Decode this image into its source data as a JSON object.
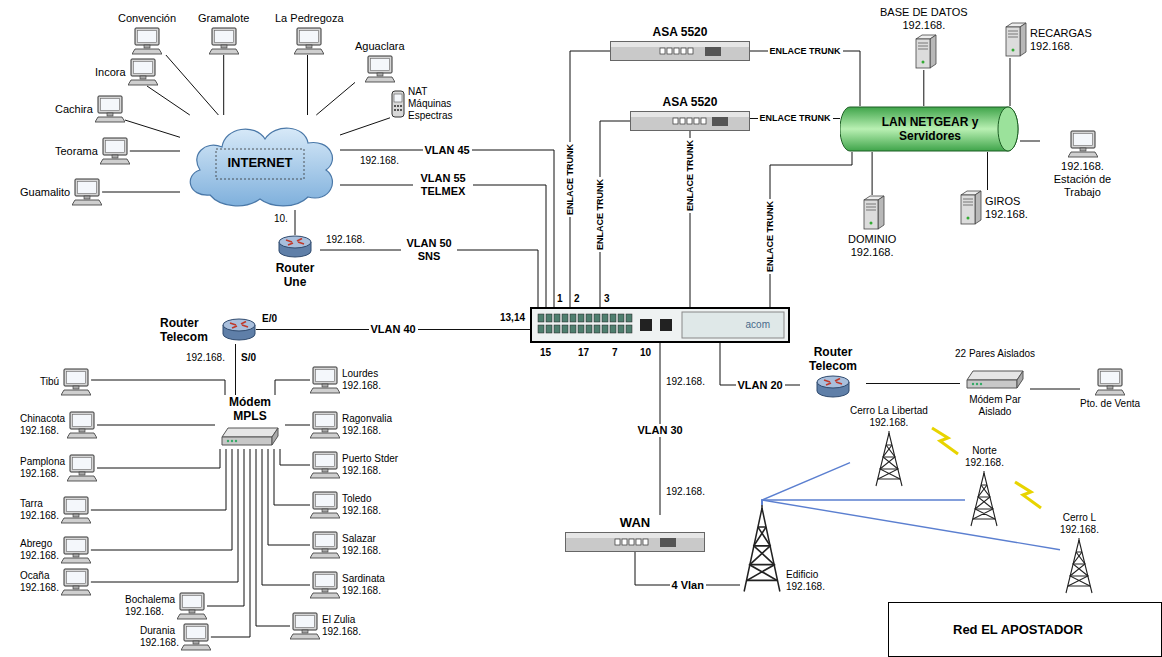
{
  "diagram": {
    "nodes": [
      {
        "text": [
          "INTERNET"
        ]
      },
      {
        "text": [
          "Convención"
        ]
      },
      {
        "text": [
          "Gramalote"
        ]
      },
      {
        "text": [
          "La Pedregoza"
        ]
      },
      {
        "text": [
          "Aguaclara"
        ]
      },
      {
        "text": [
          "NAT Máquinas Espectras"
        ]
      },
      {
        "text": [
          "Incora"
        ]
      },
      {
        "text": [
          "Cachira"
        ]
      },
      {
        "text": [
          "Teorama"
        ]
      },
      {
        "text": [
          "Guamalito"
        ]
      },
      {
        "text": [
          "Router Une"
        ]
      },
      {
        "text": [
          "ASA 5520"
        ]
      },
      {
        "text": [
          "ASA 5520"
        ]
      },
      {
        "text": [
          "BASE DE DATOS",
          "192.168."
        ]
      },
      {
        "text": [
          "RECARGAS",
          "192.168."
        ]
      },
      {
        "text": [
          "LAN NETGEAR y Servidores"
        ]
      },
      {
        "text": [
          "192.168.",
          "Estación de Trabajo"
        ]
      },
      {
        "text": [
          "DOMINIO",
          "192.168."
        ]
      },
      {
        "text": [
          "GIROS",
          "192.168."
        ]
      },
      {
        "text": [
          "acom"
        ]
      },
      {
        "text": [
          "Router Telecom"
        ]
      },
      {
        "text": [
          "Módem MPLS"
        ]
      },
      {
        "text": [
          "Tibú"
        ]
      },
      {
        "text": [
          "Lourdes",
          "192.168."
        ]
      },
      {
        "text": [
          "Chinacota",
          "192.168."
        ]
      },
      {
        "text": [
          "Ragonvalia",
          "192.168."
        ]
      },
      {
        "text": [
          "Pamplona",
          "192.168."
        ]
      },
      {
        "text": [
          "Puerto Stder",
          "192.168."
        ]
      },
      {
        "text": [
          "Tarra",
          "192.168."
        ]
      },
      {
        "text": [
          "Toledo",
          "192.168."
        ]
      },
      {
        "text": [
          "Abrego",
          "192.168."
        ]
      },
      {
        "text": [
          "Salazar",
          "192.168."
        ]
      },
      {
        "text": [
          "Ocaña",
          "192.168."
        ]
      },
      {
        "text": [
          "Sardinata",
          "192.168."
        ]
      },
      {
        "text": [
          "Bochalema",
          "192.168."
        ]
      },
      {
        "text": [
          "Durania",
          "192.168."
        ]
      },
      {
        "text": [
          "El Zulia",
          "192.168."
        ]
      },
      {
        "text": [
          "Router Telecom"
        ]
      },
      {
        "text": [
          "Módem Par Aislado"
        ]
      },
      {
        "text": [
          "Pto. de Venta"
        ]
      },
      {
        "text": [
          "WAN"
        ]
      },
      {
        "text": [
          "Cerro La Libertad",
          "192.168."
        ]
      },
      {
        "text": [
          "Norte",
          "192.168."
        ]
      },
      {
        "text": [
          "Cerro L",
          "192.168."
        ]
      },
      {
        "text": [
          "Edificio",
          "192.168."
        ]
      },
      {
        "text": [
          "Red EL APOSTADOR"
        ]
      }
    ],
    "edges": [
      {
        "from": 1,
        "to": 0,
        "arrow": "none"
      },
      {
        "from": 2,
        "to": 0,
        "arrow": "none"
      },
      {
        "from": 3,
        "to": 0,
        "arrow": "none"
      },
      {
        "from": 4,
        "to": 0,
        "arrow": "none"
      },
      {
        "from": 5,
        "to": 0,
        "arrow": "none"
      },
      {
        "from": 6,
        "to": 0,
        "arrow": "none"
      },
      {
        "from": 7,
        "to": 0,
        "arrow": "none"
      },
      {
        "from": 8,
        "to": 0,
        "arrow": "none"
      },
      {
        "from": 9,
        "to": 0,
        "arrow": "none"
      },
      {
        "from": 0,
        "to": 19,
        "label": "VLAN 45",
        "arrow": "none"
      },
      {
        "from": 0,
        "to": 19,
        "label": "VLAN 55 TELMEX",
        "arrow": "none"
      },
      {
        "from": 0,
        "to": 10,
        "arrow": "none"
      },
      {
        "from": 10,
        "to": 19,
        "label": "VLAN 50 SNS",
        "arrow": "none"
      },
      {
        "from": 19,
        "to": 11,
        "label": "ENLACE TRUNK",
        "arrow": "none"
      },
      {
        "from": 19,
        "to": 12,
        "label": "ENLACE TRUNK",
        "arrow": "none"
      },
      {
        "from": 19,
        "to": 12,
        "label": "ENLACE TRUNK",
        "arrow": "none"
      },
      {
        "from": 19,
        "to": 15,
        "label": "ENLACE TRUNK",
        "arrow": "none"
      },
      {
        "from": 11,
        "to": 15,
        "label": "ENLACE TRUNK",
        "arrow": "none"
      },
      {
        "from": 12,
        "to": 15,
        "label": "ENLACE TRUNK",
        "arrow": "none"
      },
      {
        "from": 15,
        "to": 13,
        "arrow": "none"
      },
      {
        "from": 15,
        "to": 14,
        "arrow": "none"
      },
      {
        "from": 15,
        "to": 16,
        "arrow": "none"
      },
      {
        "from": 15,
        "to": 17,
        "arrow": "none"
      },
      {
        "from": 15,
        "to": 18,
        "arrow": "none"
      },
      {
        "from": 20,
        "to": 19,
        "label": "VLAN 40",
        "arrow": "none"
      },
      {
        "from": 20,
        "to": 21,
        "arrow": "none"
      },
      {
        "from": 21,
        "to": 22,
        "arrow": "none"
      },
      {
        "from": 21,
        "to": 23,
        "arrow": "none"
      },
      {
        "from": 21,
        "to": 24,
        "arrow": "none"
      },
      {
        "from": 21,
        "to": 25,
        "arrow": "none"
      },
      {
        "from": 21,
        "to": 26,
        "arrow": "none"
      },
      {
        "from": 21,
        "to": 27,
        "arrow": "none"
      },
      {
        "from": 21,
        "to": 28,
        "arrow": "none"
      },
      {
        "from": 21,
        "to": 29,
        "arrow": "none"
      },
      {
        "from": 21,
        "to": 30,
        "arrow": "none"
      },
      {
        "from": 21,
        "to": 31,
        "arrow": "none"
      },
      {
        "from": 21,
        "to": 32,
        "arrow": "none"
      },
      {
        "from": 21,
        "to": 33,
        "arrow": "none"
      },
      {
        "from": 21,
        "to": 34,
        "arrow": "none"
      },
      {
        "from": 21,
        "to": 35,
        "arrow": "none"
      },
      {
        "from": 21,
        "to": 36,
        "arrow": "none"
      },
      {
        "from": 19,
        "to": 37,
        "label": "VLAN 20",
        "arrow": "none"
      },
      {
        "from": 37,
        "to": 38,
        "arrow": "none"
      },
      {
        "from": 38,
        "to": 39,
        "arrow": "none"
      },
      {
        "from": 19,
        "to": 40,
        "label": "VLAN 30",
        "arrow": "none"
      },
      {
        "from": 40,
        "to": 44,
        "label": "4 Vlan",
        "arrow": "none"
      },
      {
        "from": 44,
        "to": 41,
        "arrow": "none"
      },
      {
        "from": 44,
        "to": 42,
        "arrow": "none"
      },
      {
        "from": 44,
        "to": 43,
        "arrow": "none"
      }
    ],
    "labels": [
      "192.168.",
      "10.",
      "192.168.",
      "1",
      "2",
      "3",
      "13,14",
      "15",
      "17",
      "7",
      "10",
      "E/0",
      "S/0",
      "192.168.",
      "22 Pares Aislados",
      "192.168.",
      "192.168."
    ]
  }
}
